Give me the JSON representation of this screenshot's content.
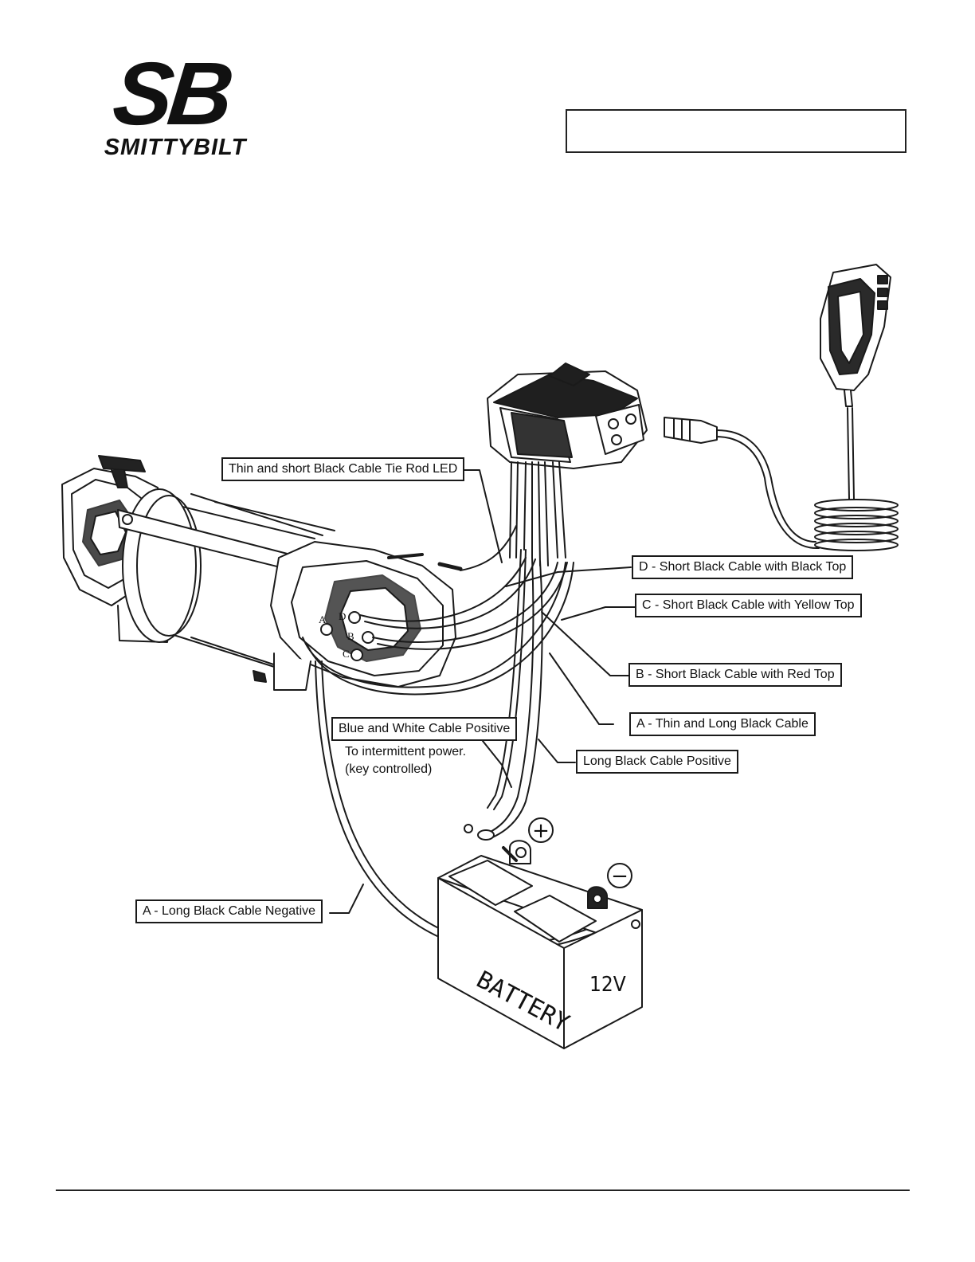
{
  "brand": {
    "monogram": "SB",
    "wordmark": "SMITTYBILT"
  },
  "callouts": {
    "tie_rod_led": "Thin and short Black Cable Tie Rod LED",
    "d_short_black_top": "D - Short Black Cable with Black Top",
    "c_short_yellow_top": "C - Short Black Cable with Yellow Top",
    "b_short_red_top": "B - Short Black Cable with Red Top",
    "a_thin_long_black": "A - Thin and Long Black Cable",
    "long_black_positive": "Long Black Cable Positive",
    "blue_white_positive": "Blue and White Cable Positive",
    "a_long_black_negative": "A - Long Black Cable Negative"
  },
  "notes": {
    "intermittent_line1": "To intermittent power.",
    "intermittent_line2": "(key controlled)"
  },
  "terminals": {
    "a": "A",
    "b": "B",
    "c": "C",
    "d": "D"
  },
  "battery": {
    "label": "BATTERY",
    "voltage": "12V",
    "positive_symbol": "+",
    "negative_symbol": "−"
  }
}
